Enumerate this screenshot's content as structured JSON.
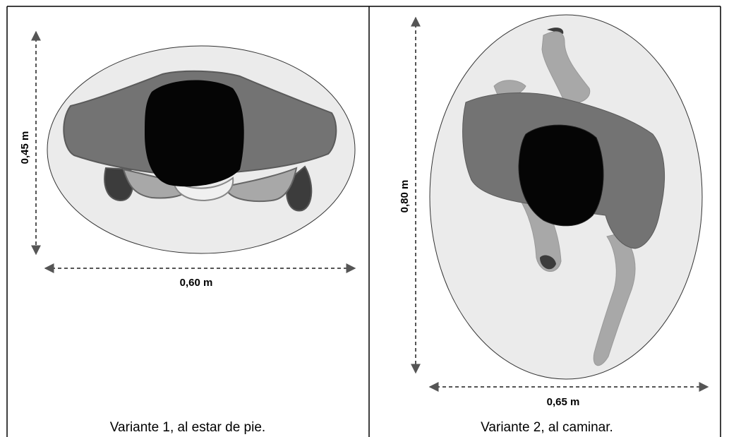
{
  "variant1": {
    "height_label": "0,45 m",
    "width_label": "0,60 m",
    "caption": "Variante 1, al estar de pie."
  },
  "variant2": {
    "height_label": "0,80 m",
    "width_label": "0,65 m",
    "caption": "Variante 2, al caminar."
  },
  "colors": {
    "ellipse_fill": "#ebebeb",
    "shirt": "#737373",
    "head": "#050505",
    "limb_light": "#a8a8a8",
    "limb_dark": "#3c3c3c"
  }
}
